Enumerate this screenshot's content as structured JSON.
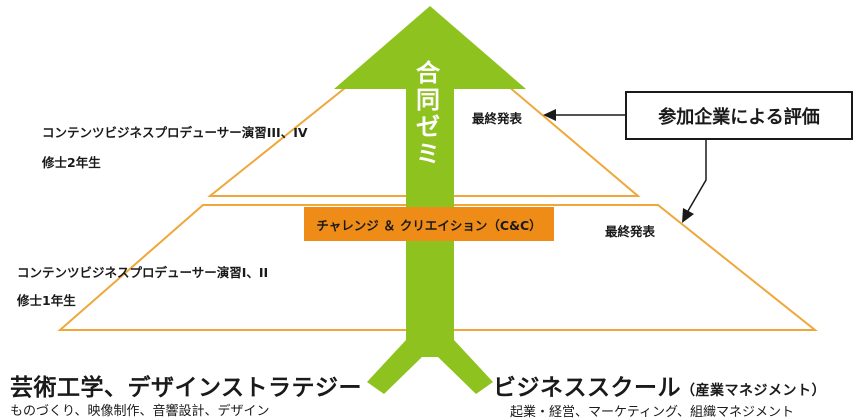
{
  "diagram": {
    "upper_level": {
      "course": "コンテンツビジネスプロデューサー演習III、IV",
      "grade": "修士2年生",
      "presentation": "最終発表"
    },
    "lower_level": {
      "course": "コンテンツビジネスプロデューサー演習I、II",
      "grade": "修士1年生",
      "presentation": "最終発表"
    },
    "challenge_bar": "チャレンジ ＆ クリエイション（C&C）",
    "joint_seminar": [
      "合",
      "同",
      "ゼ",
      "ミ"
    ],
    "evaluation": "参加企業による評価",
    "left_root": {
      "title": "芸術工学、デザインストラテジー",
      "description": "ものづくり、映像制作、音響設計、デザイン"
    },
    "right_root": {
      "title": "ビジネススクール",
      "title_suffix": "（産業マネジメント）",
      "description": "起業・経営、マーケティング、組織マネジメント"
    },
    "colors": {
      "arrow_green": "#8dc21f",
      "triangle_stroke": "#f0a73a",
      "bar_orange": "#ef8c17",
      "text": "#1a1a1a"
    }
  }
}
